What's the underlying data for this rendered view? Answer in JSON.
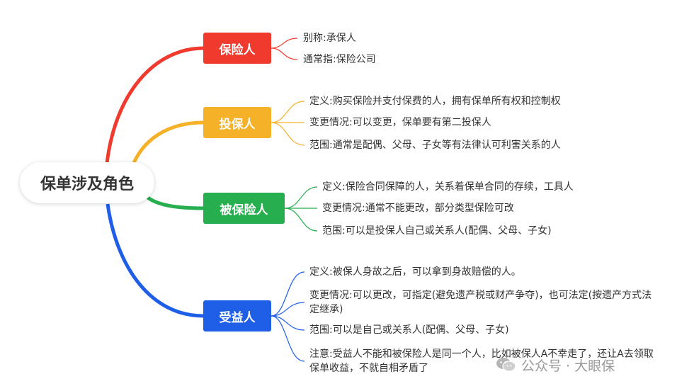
{
  "root": {
    "label": "保单涉及角色"
  },
  "branches": [
    {
      "label": "保险人",
      "color": "#f03a2e",
      "items": [
        "别称:承保人",
        "通常指:保险公司"
      ]
    },
    {
      "label": "投保人",
      "color": "#f5b128",
      "items": [
        "定义:购买保险并支付保费的人，拥有保单所有权和控制权",
        "变更情况:可以变更，保单要有第二投保人",
        "范围:通常是配偶、父母、子女等有法律认可利害关系的人"
      ]
    },
    {
      "label": "被保险人",
      "color": "#27ae4f",
      "items": [
        "定义:保险合同保障的人，关系着保单合同的存续，工具人",
        "变更情况:通常不能更改，部分类型保险可改",
        "范围:可以是投保人自己或关系人(配偶、父母、子女)"
      ]
    },
    {
      "label": "受益人",
      "color": "#1f5fe8",
      "items": [
        "定义:被保人身故之后，可以拿到身故赔偿的人。",
        "变更情况:可以更改，可指定(避免遗产税或财产争夺)，也可法定(按遗产方式法定继承)",
        "范围:可以是自己或关系人(配偶、父母、子女)",
        "注意:受益人不能和被保险人是同一个人，比如被保人A不幸走了，还让A去领取保单收益，不就自相矛盾了"
      ]
    }
  ],
  "watermark": {
    "text": "公众号 · 大眼保",
    "icon": "wechat-icon"
  }
}
